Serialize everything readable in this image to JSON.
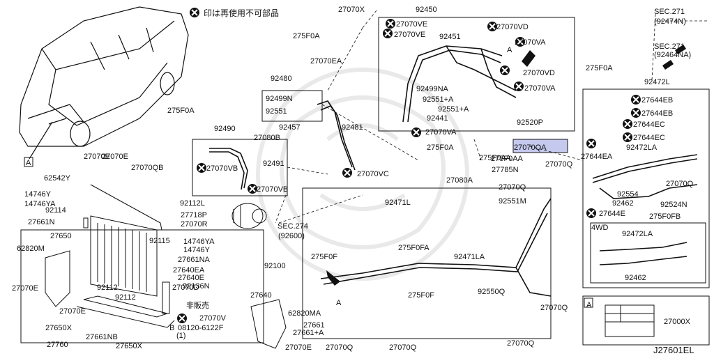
{
  "legend": {
    "text": "印は再使用不可部品"
  },
  "diagram_code": "J27601EL",
  "labels": [
    {
      "text": "27070X"
    },
    {
      "text": "92450"
    },
    {
      "text": "275F0A"
    },
    {
      "text": "27070VE"
    },
    {
      "text": "27070VE"
    },
    {
      "text": "27070VD"
    },
    {
      "text": "92451"
    },
    {
      "text": "27070VA"
    },
    {
      "text": "27070EA"
    },
    {
      "text": "92480"
    },
    {
      "text": "92499N"
    },
    {
      "text": "92551"
    },
    {
      "text": "275F0A"
    },
    {
      "text": "92490"
    },
    {
      "text": "92457"
    },
    {
      "text": "27080B"
    },
    {
      "text": "92481"
    },
    {
      "text": "92499NA"
    },
    {
      "text": "92551+A"
    },
    {
      "text": "92551+A"
    },
    {
      "text": "92441"
    },
    {
      "text": "27070VA"
    },
    {
      "text": "275F0A"
    },
    {
      "text": "27070VD"
    },
    {
      "text": "27070VA"
    },
    {
      "text": "92520P"
    },
    {
      "text": "275F0AA"
    },
    {
      "text": "275F0A"
    },
    {
      "text": "SEC.271"
    },
    {
      "text": "(92474N)"
    },
    {
      "text": "SEC.271"
    },
    {
      "text": "(92464NA)"
    },
    {
      "text": "92472L"
    },
    {
      "text": "27644EB"
    },
    {
      "text": "27644EB"
    },
    {
      "text": "27644EC"
    },
    {
      "text": "27644EC"
    },
    {
      "text": "92472LA"
    },
    {
      "text": "27070QA"
    },
    {
      "text": "27644EA"
    },
    {
      "text": "27070E"
    },
    {
      "text": "27070QB"
    },
    {
      "text": "27070VB"
    },
    {
      "text": "92491"
    },
    {
      "text": "27070VB"
    },
    {
      "text": "27070VC"
    },
    {
      "text": "275F0AA"
    },
    {
      "text": "27080A"
    },
    {
      "text": "27785N"
    },
    {
      "text": "27070Q"
    },
    {
      "text": "27070Q"
    },
    {
      "text": "27070Q"
    },
    {
      "text": "92554"
    },
    {
      "text": "92462"
    },
    {
      "text": "92524N"
    },
    {
      "text": "275F0FB"
    },
    {
      "text": "27644E"
    },
    {
      "text": "62542Y"
    },
    {
      "text": "14746Y"
    },
    {
      "text": "14746YA"
    },
    {
      "text": "92114"
    },
    {
      "text": "27661N"
    },
    {
      "text": "92112L"
    },
    {
      "text": "27718P"
    },
    {
      "text": "27070R"
    },
    {
      "text": "SEC.274"
    },
    {
      "text": "(92600)"
    },
    {
      "text": "92471L"
    },
    {
      "text": "92551M"
    },
    {
      "text": "4WD"
    },
    {
      "text": "92472LA"
    },
    {
      "text": "92462"
    },
    {
      "text": "27650"
    },
    {
      "text": "62820M"
    },
    {
      "text": "92115"
    },
    {
      "text": "14746YA"
    },
    {
      "text": "14746Y"
    },
    {
      "text": "27661NA"
    },
    {
      "text": "27640EA"
    },
    {
      "text": "27640E"
    },
    {
      "text": "27070D"
    },
    {
      "text": "92136N"
    },
    {
      "text": "27640"
    },
    {
      "text": "92100"
    },
    {
      "text": "非販売"
    },
    {
      "text": "27070V"
    },
    {
      "text": "08120-6122F"
    },
    {
      "text": "(1)"
    },
    {
      "text": "27070E"
    },
    {
      "text": "92112"
    },
    {
      "text": "92112"
    },
    {
      "text": "27070E"
    },
    {
      "text": "27650X"
    },
    {
      "text": "27661NB"
    },
    {
      "text": "27650X"
    },
    {
      "text": "27760"
    },
    {
      "text": "27070E"
    },
    {
      "text": "62820MA"
    },
    {
      "text": "27661"
    },
    {
      "text": "27661+A"
    },
    {
      "text": "27070E"
    },
    {
      "text": "27070Q"
    },
    {
      "text": "27070Q"
    },
    {
      "text": "275F0F"
    },
    {
      "text": "275F0FA"
    },
    {
      "text": "92471LA"
    },
    {
      "text": "92550Q"
    },
    {
      "text": "275F0F"
    },
    {
      "text": "27070Q"
    },
    {
      "text": "27070Q"
    },
    {
      "text": "27000X"
    },
    {
      "text": "A"
    },
    {
      "text": "A"
    },
    {
      "text": "A"
    },
    {
      "text": "A"
    },
    {
      "text": "B"
    }
  ],
  "colors": {
    "line": "#111111",
    "highlight": "#c5c9ee",
    "watermark": "#d9d9d9"
  }
}
